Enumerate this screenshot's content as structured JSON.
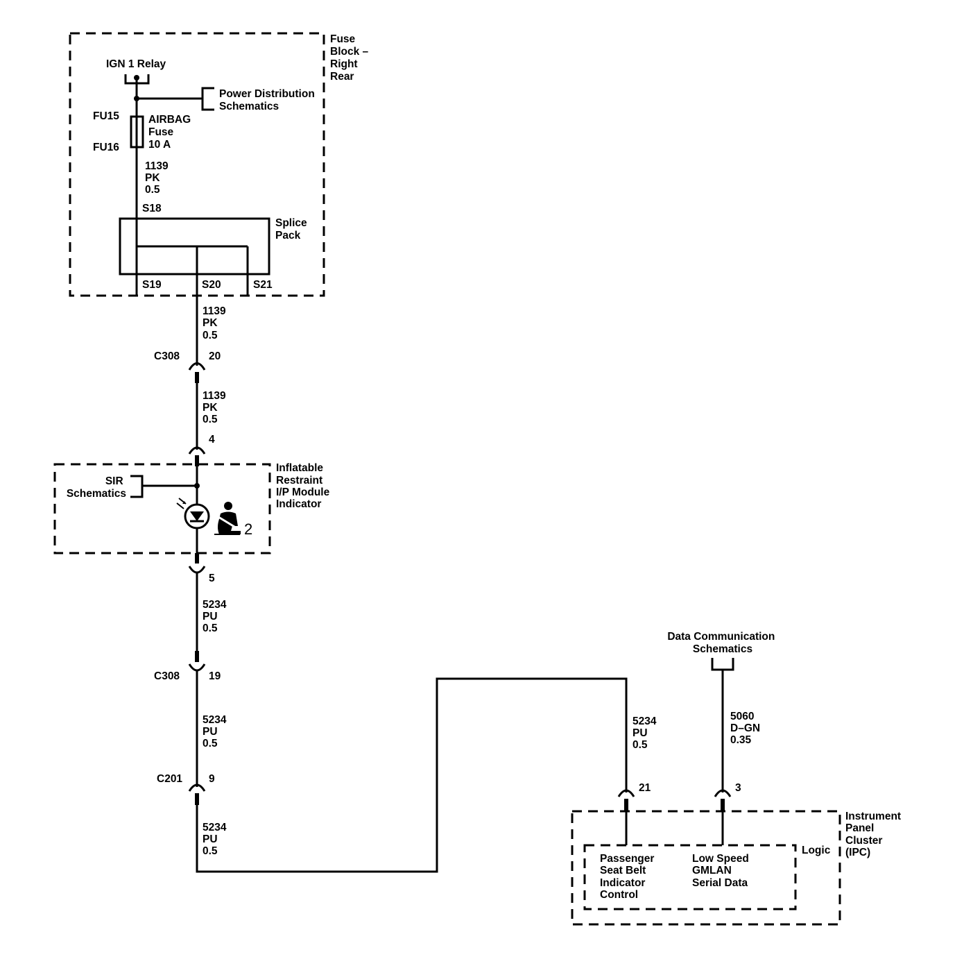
{
  "fuse_block": {
    "title": [
      "Fuse",
      "Block –",
      "Right",
      "Rear"
    ],
    "ign_relay": "IGN 1 Relay",
    "power_ref": [
      "Power Distribution",
      "Schematics"
    ],
    "fuse_top_terminal": "FU15",
    "fuse_bottom_terminal": "FU16",
    "fuse_label": [
      "AIRBAG",
      "Fuse",
      "10 A"
    ],
    "wire_1": [
      "1139",
      "PK",
      "0.5"
    ],
    "splice_in": "S18",
    "splice_pack": [
      "Splice",
      "Pack"
    ],
    "splice_outs": [
      "S19",
      "S20",
      "S21"
    ]
  },
  "wire_2": [
    "1139",
    "PK",
    "0.5"
  ],
  "c308_top": {
    "name": "C308",
    "pin": "20"
  },
  "wire_3": [
    "1139",
    "PK",
    "0.5"
  ],
  "module_in_pin": "4",
  "module": {
    "title": [
      "Inflatable",
      "Restraint",
      "I/P Module",
      "Indicator"
    ],
    "sir_ref": [
      "SIR",
      "Schematics"
    ],
    "indicator_number": "2"
  },
  "module_out_pin": "5",
  "wire_4": [
    "5234",
    "PU",
    "0.5"
  ],
  "c308_bottom": {
    "name": "C308",
    "pin": "19"
  },
  "wire_5": [
    "5234",
    "PU",
    "0.5"
  ],
  "c201": {
    "name": "C201",
    "pin": "9"
  },
  "wire_6": [
    "5234",
    "PU",
    "0.5"
  ],
  "wire_7": [
    "5234",
    "PU",
    "0.5"
  ],
  "data_comm_ref": [
    "Data Communication",
    "Schematics"
  ],
  "wire_8": [
    "5060",
    "D–GN",
    "0.35"
  ],
  "ipc": {
    "pin_a": "21",
    "pin_b": "3",
    "title": [
      "Instrument",
      "Panel",
      "Cluster",
      "(IPC)"
    ],
    "logic": "Logic",
    "signal_a": [
      "Passenger",
      "Seat Belt",
      "Indicator",
      "Control"
    ],
    "signal_b": [
      "Low Speed",
      "GMLAN",
      "Serial Data"
    ]
  }
}
